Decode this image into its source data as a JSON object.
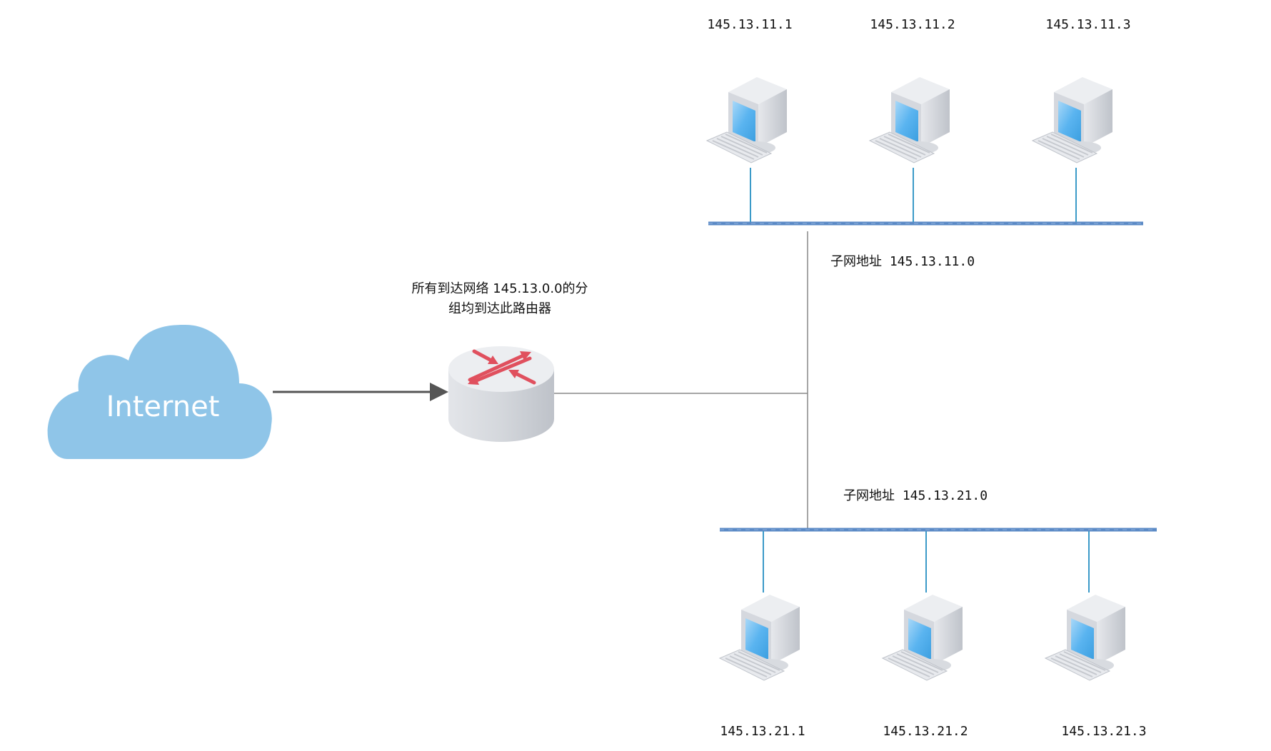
{
  "internet": {
    "label": "Internet"
  },
  "router": {
    "caption_line1": "所有到达网络 145.13.0.0的分",
    "caption_line2": "组均到达此路由器"
  },
  "subnet_top": {
    "label": "子网地址 145.13.11.0",
    "hosts": [
      "145.13.11.1",
      "145.13.11.2",
      "145.13.11.3"
    ]
  },
  "subnet_bottom": {
    "label": "子网地址 145.13.21.0",
    "hosts": [
      "145.13.21.1",
      "145.13.21.2",
      "145.13.21.3"
    ]
  },
  "colors": {
    "cloud": "#8FC5E8",
    "bus": "#5B8AC6",
    "drop_line": "#3B9AC8",
    "link": "#888888",
    "arrow": "#555555",
    "router_arrow": "#E0505E",
    "screen": "#5AB4F0"
  }
}
